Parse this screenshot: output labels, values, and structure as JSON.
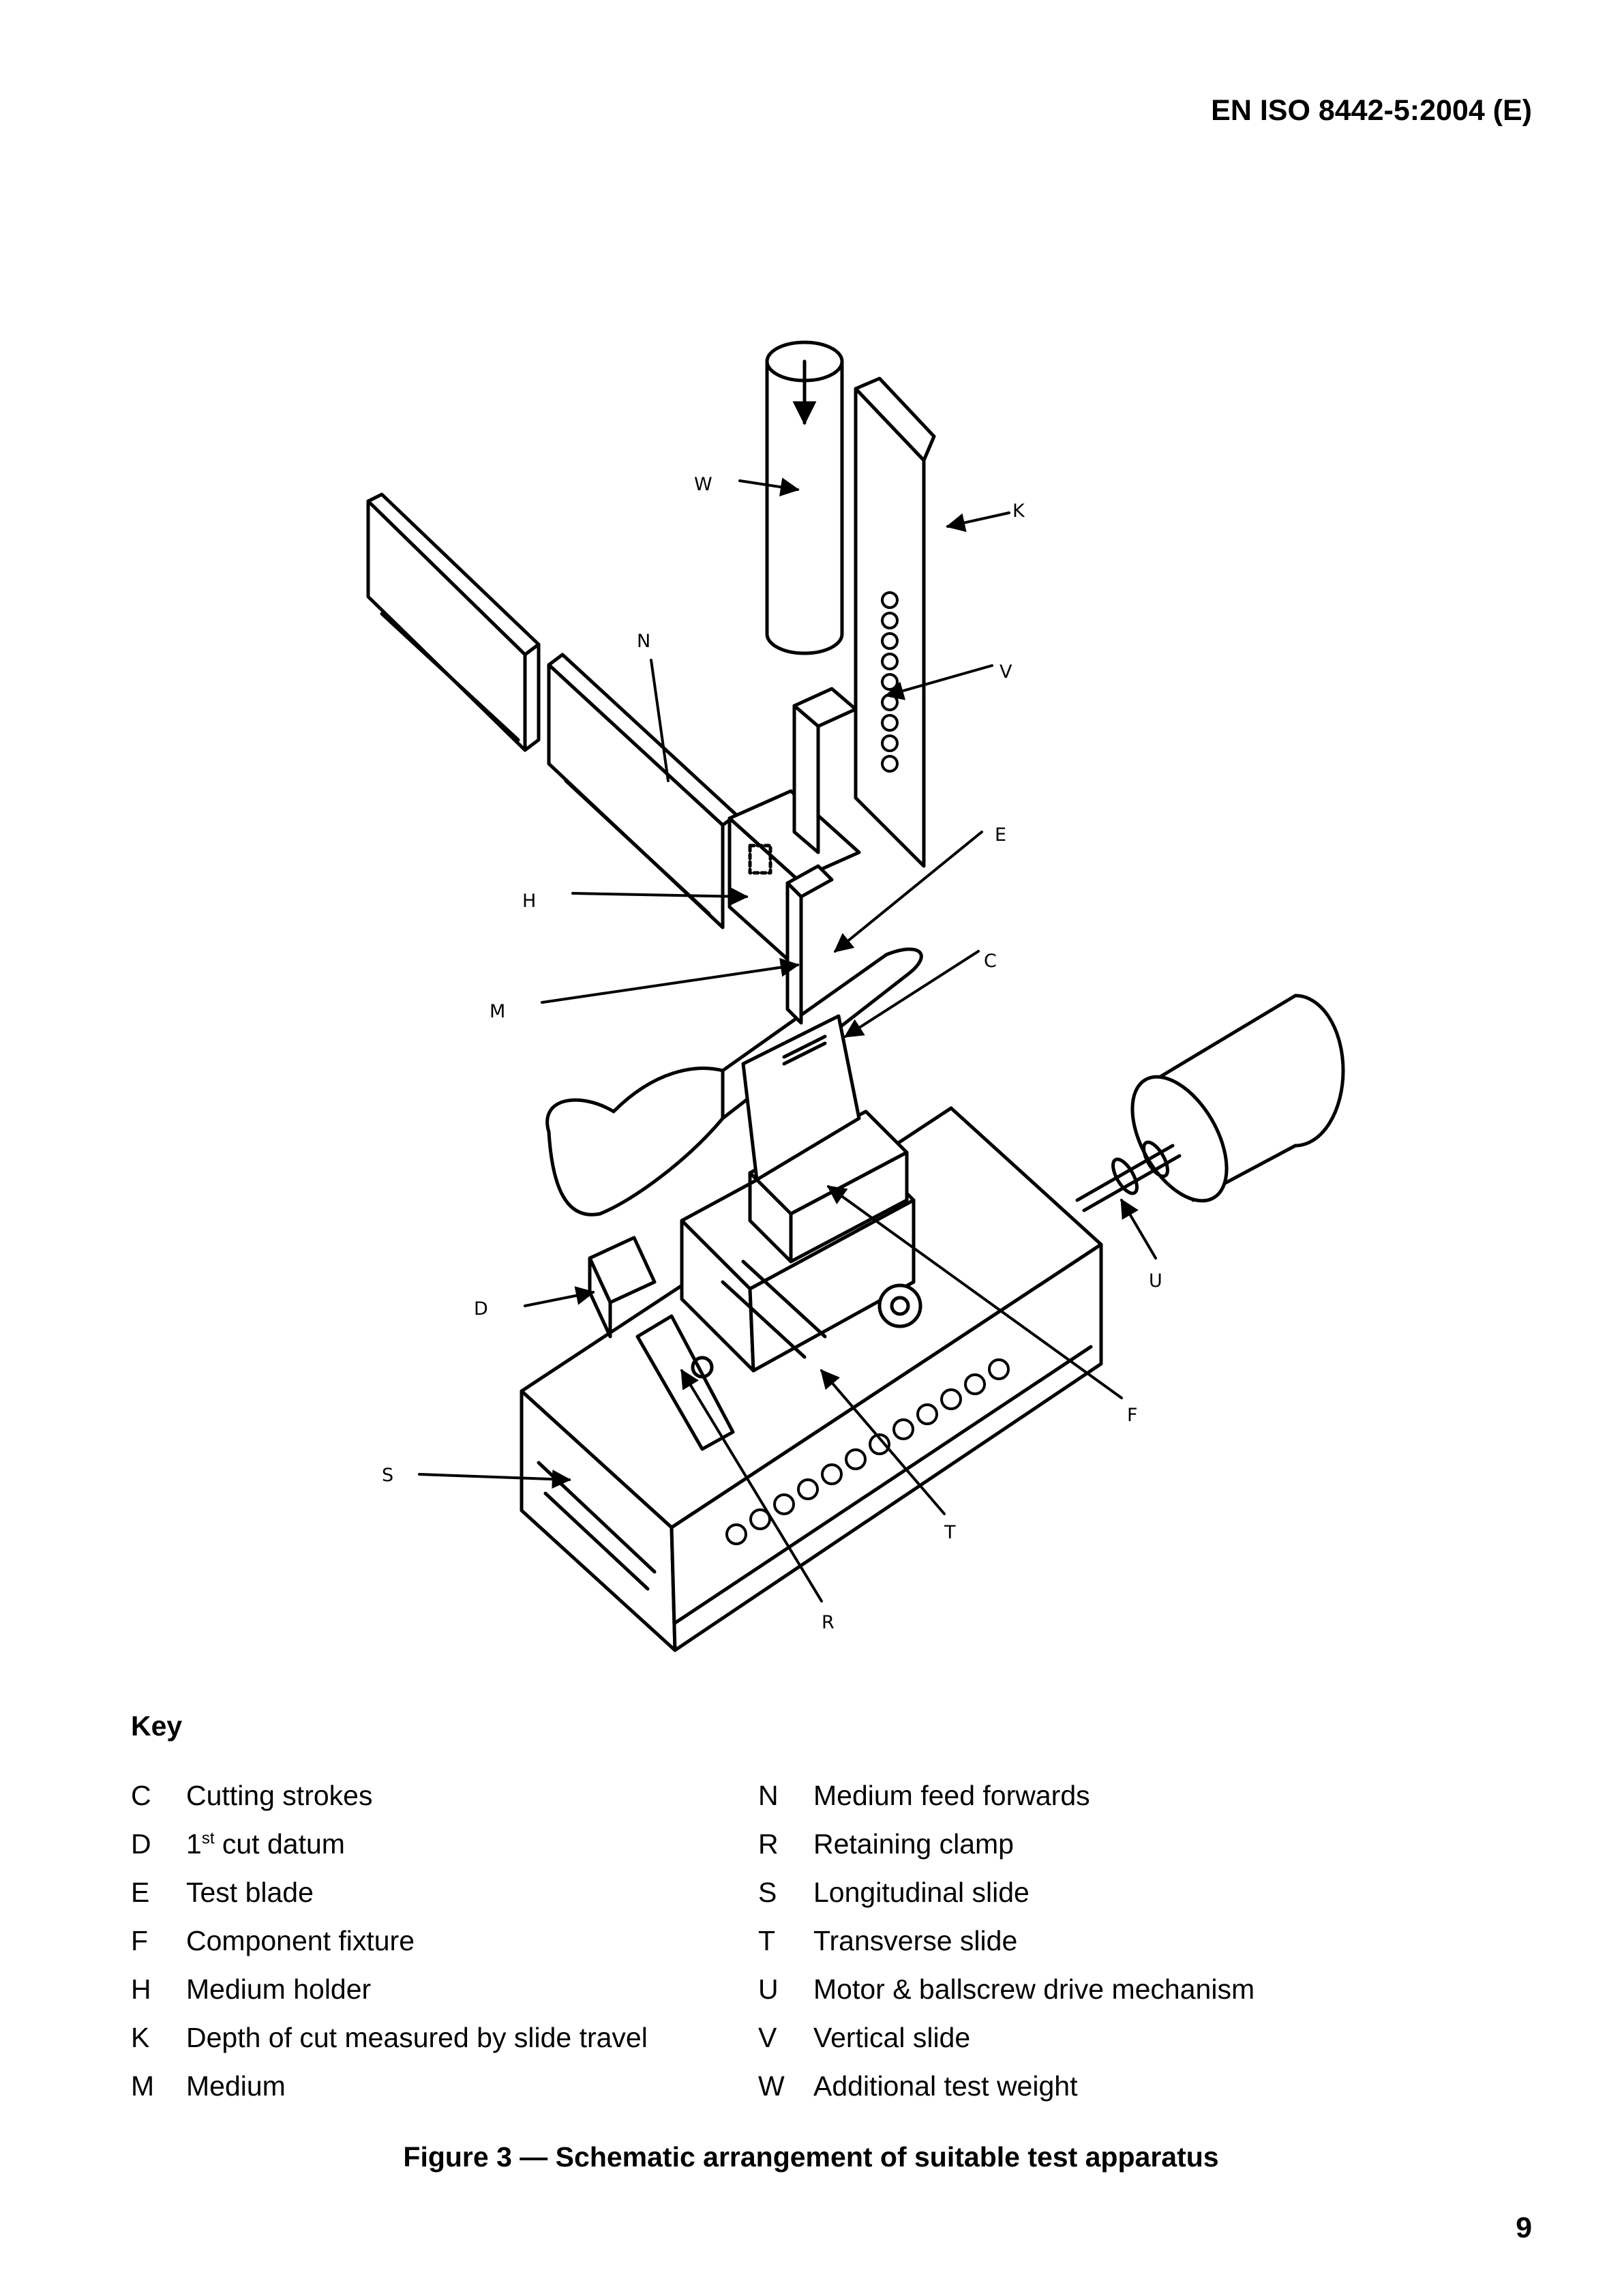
{
  "header": {
    "standard_ref": "EN ISO 8442-5:2004 (E)"
  },
  "figure": {
    "labels": {
      "W": "W",
      "K": "K",
      "N": "N",
      "V": "V",
      "E": "E",
      "H": "H",
      "C": "C",
      "M": "M",
      "D": "D",
      "U": "U",
      "F": "F",
      "S": "S",
      "T": "T",
      "R": "R"
    }
  },
  "key": {
    "title": "Key",
    "left": [
      {
        "letter": "C",
        "text": "Cutting strokes"
      },
      {
        "letter": "D",
        "text_pre": "1",
        "sup": "st",
        "text": " cut datum"
      },
      {
        "letter": "E",
        "text": "Test blade"
      },
      {
        "letter": "F",
        "text": "Component fixture"
      },
      {
        "letter": "H",
        "text": "Medium holder"
      },
      {
        "letter": "K",
        "text": "Depth of cut measured by slide travel"
      },
      {
        "letter": "M",
        "text": "Medium"
      }
    ],
    "right": [
      {
        "letter": "N",
        "text": "Medium feed forwards"
      },
      {
        "letter": "R",
        "text": "Retaining clamp"
      },
      {
        "letter": "S",
        "text": "Longitudinal slide"
      },
      {
        "letter": "T",
        "text": "Transverse slide"
      },
      {
        "letter": "U",
        "text": "Motor & ballscrew drive mechanism"
      },
      {
        "letter": "V",
        "text": "Vertical slide"
      },
      {
        "letter": "W",
        "text": "Additional test weight"
      }
    ]
  },
  "caption": "Figure 3 — Schematic arrangement of suitable test apparatus",
  "page_number": "9"
}
